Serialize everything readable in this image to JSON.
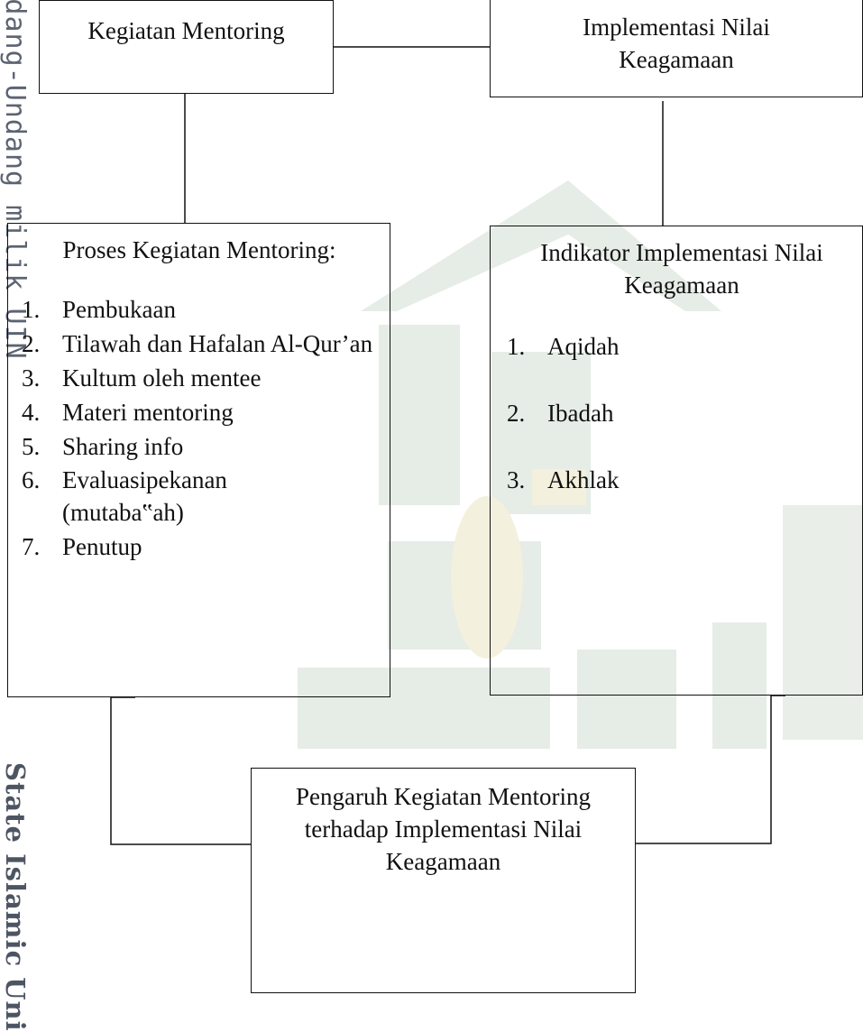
{
  "watermark_text": {
    "side_top": "Hak Cipta Dilindungi Undang-Undang milik UIN",
    "side_bottom": "State Islamic Uni"
  },
  "boxes": {
    "kegiatan": {
      "title": "Kegiatan Mentoring"
    },
    "implementasi": {
      "title": "Implementasi Nilai Keagamaan"
    },
    "proses": {
      "title": "Proses Kegiatan Mentoring:",
      "items": [
        {
          "num": "1.",
          "text": "Pembukaan"
        },
        {
          "num": "2.",
          "text": "Tilawah dan Hafalan Al-Qur’an"
        },
        {
          "num": "3.",
          "text": "Kultum oleh mentee"
        },
        {
          "num": "4.",
          "text": "Materi mentoring"
        },
        {
          "num": "5.",
          "text": "Sharing info"
        },
        {
          "num": "6.",
          "text": "Evaluasipekanan (mutaba‟ah)"
        },
        {
          "num": "7.",
          "text": "Penutup"
        }
      ]
    },
    "indikator": {
      "title": "Indikator Implementasi Nilai Keagamaan",
      "items": [
        {
          "num": "1.",
          "text": "Aqidah"
        },
        {
          "num": "2.",
          "text": "Ibadah"
        },
        {
          "num": "3.",
          "text": "Akhlak"
        }
      ]
    },
    "pengaruh": {
      "title": "Pengaruh Kegiatan Mentoring terhadap Implementasi Nilai Keagamaan"
    }
  },
  "colors": {
    "watermark_green": "#e3ebe3",
    "watermark_yellow": "#f3f0da",
    "watermark_text": "#5c6472",
    "line": "#111111"
  }
}
